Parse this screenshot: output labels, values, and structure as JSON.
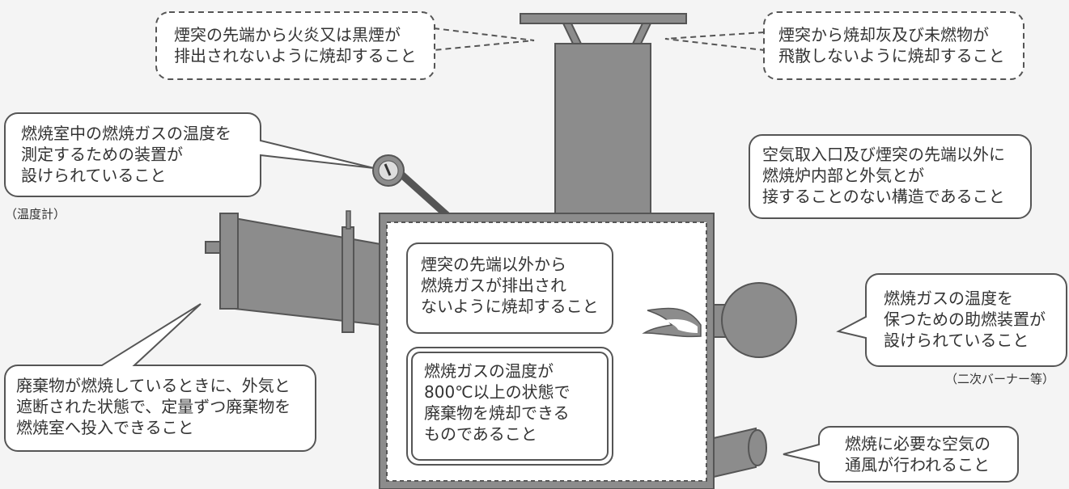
{
  "callouts": {
    "smoke": {
      "lines": [
        "煙突の先端から火炎又は黒煙が",
        "排出されないように焼却すること"
      ]
    },
    "ash": {
      "lines": [
        "煙突から焼却灰及び未燃物が",
        "飛散しないように焼却すること"
      ]
    },
    "thermometer": {
      "lines": [
        "燃焼室中の燃焼ガスの温度を",
        "測定するための装置が",
        "設けられていること"
      ],
      "note": "（温度計）"
    },
    "structure": {
      "lines": [
        "空気取入口及び煙突の先端以外に",
        "燃焼炉内部と外気とが",
        "接することのない構造であること"
      ]
    },
    "gas_exhaust": {
      "lines": [
        "煙突の先端以外から",
        "燃焼ガスが排出され",
        "ないように焼却すること"
      ]
    },
    "temperature": {
      "lines": [
        "燃焼ガスの温度が",
        "800℃以上の状態で",
        "廃棄物を焼却できる",
        "ものであること"
      ]
    },
    "burner": {
      "lines": [
        "燃焼ガスの温度を",
        "保つための助燃装置が",
        "設けられていること"
      ],
      "note": "（二次バーナー等）"
    },
    "feed": {
      "lines": [
        "廃棄物が燃焼しているときに、外気と",
        "遮断された状態で、定量ずつ廃棄物を",
        "燃焼室へ投入できること"
      ]
    },
    "air": {
      "lines": [
        "燃焼に必要な空気の",
        "通風が行われること"
      ]
    }
  },
  "colors": {
    "machine_fill": "#8c8c8c",
    "machine_stroke": "#555555",
    "box_fill": "#ffffff",
    "box_stroke": "#555555",
    "background": "#f4f4f4"
  }
}
